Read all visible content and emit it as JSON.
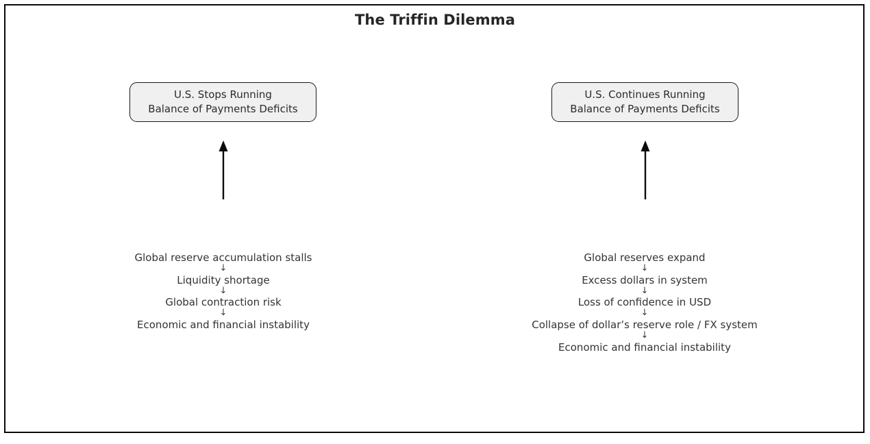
{
  "figure": {
    "title": "The Triffin Dilemma",
    "frame_color": "#0a0a0a",
    "background": "#ffffff",
    "text_color": "#333333"
  },
  "branches": {
    "left": {
      "box": {
        "line1": "U.S. Stops Running",
        "line2": "Balance of Payments Deficits",
        "fill": "#f0f0f0",
        "border": "#1a1a1a"
      },
      "arrow": "up-arrow",
      "chain": [
        "Global reserve accumulation stalls",
        "Liquidity shortage",
        "Global contraction risk",
        "Economic and financial instability"
      ],
      "separator": "↓"
    },
    "right": {
      "box": {
        "line1": "U.S. Continues Running",
        "line2": "Balance of Payments Deficits",
        "fill": "#f0f0f0",
        "border": "#1a1a1a"
      },
      "arrow": "up-arrow",
      "chain": [
        "Global reserves expand",
        "Excess dollars in system",
        "Loss of confidence in USD",
        "Collapse of dollar’s reserve role / FX system",
        "Economic and financial instability"
      ],
      "separator": "↓"
    }
  }
}
